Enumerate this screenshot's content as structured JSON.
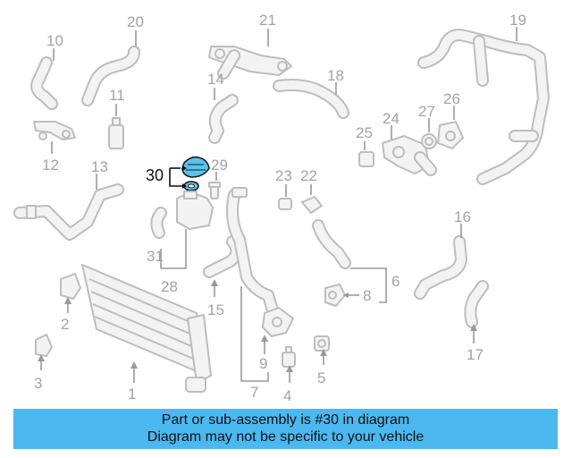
{
  "diagram": {
    "callouts": {
      "c1": "1",
      "c2": "2",
      "c3": "3",
      "c4": "4",
      "c5": "5",
      "c6": "6",
      "c7": "7",
      "c8": "8",
      "c9": "9",
      "c10": "10",
      "c11": "11",
      "c12": "12",
      "c13": "13",
      "c14": "14",
      "c15": "15",
      "c16": "16",
      "c17": "17",
      "c18": "18",
      "c19": "19",
      "c20": "20",
      "c21": "21",
      "c22": "22",
      "c23": "23",
      "c24": "24",
      "c25": "25",
      "c26": "26",
      "c27": "27",
      "c28": "28",
      "c29": "29",
      "c30": "30",
      "c31": "31"
    },
    "highlighted_callout": "30",
    "highlight_color": "#5bc2f0"
  },
  "banner": {
    "line1": "Part or sub-assembly is #30 in diagram",
    "line2": "Diagram may not be specific to your vehicle",
    "background_color": "#4cb8f0"
  }
}
